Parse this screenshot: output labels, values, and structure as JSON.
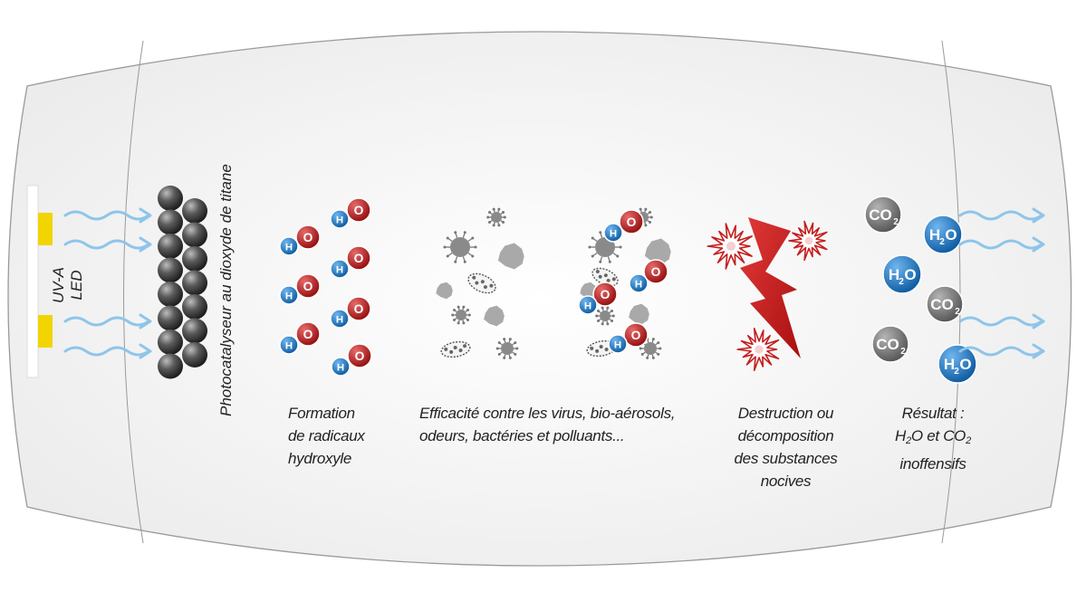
{
  "colors": {
    "shell": "#f4f4f4",
    "shell_stroke": "#9a9a9a",
    "led": "#f2d400",
    "wave": "#8ec5ea",
    "hydrogen": "#1f79c4",
    "oxygen": "#c41e1e",
    "bolt": "#c41e1e",
    "particle": "#8a8a8a",
    "co2": "#7a7a7a",
    "h2o": "#1f79c4"
  },
  "led": {
    "label_line1": "UV-A",
    "label_line2": "LED"
  },
  "catalyst": {
    "label": "Photocatalyseur au dioxyde de titane"
  },
  "molecule_letters": {
    "hydrogen": "H",
    "oxygen": "O"
  },
  "steps": {
    "formation": {
      "line1": "Formation",
      "line2": "de radicaux",
      "line3": "hydroxyle"
    },
    "efficacite": {
      "line1": "Efficacité contre les virus, bio-aérosols,",
      "line2": "odeurs, bactéries et polluants..."
    },
    "destruction": {
      "line1": "Destruction ou",
      "line2": "décomposition",
      "line3": "des substances",
      "line4": "nocives"
    },
    "resultat": {
      "line1": "Résultat :",
      "h": "H",
      "sub2a": "2",
      "o_et": "O et CO",
      "sub2b": "2",
      "line3": "inoffensifs"
    }
  },
  "products": {
    "co2_text": "CO",
    "h2o_h": "H",
    "h2o_o": "O",
    "subscript": "2"
  }
}
